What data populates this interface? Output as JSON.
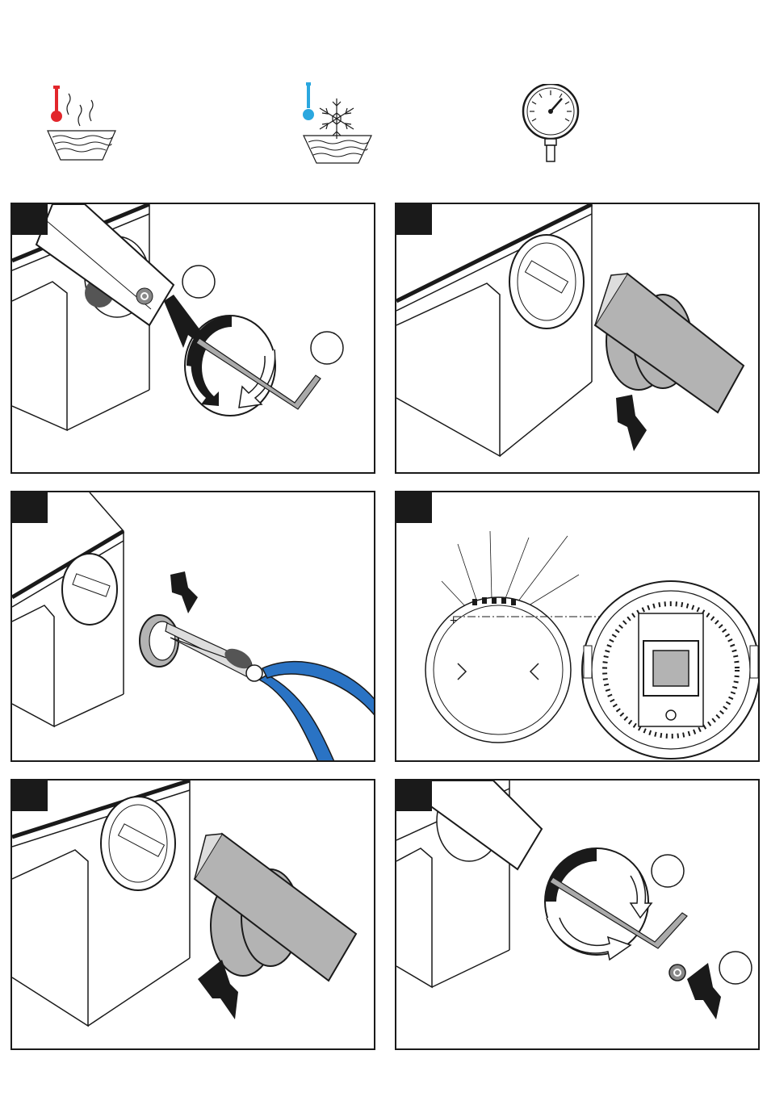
{
  "icons": {
    "hot": "hot-water-icon",
    "cold": "cold-water-icon",
    "pressure": "pressure-gauge-icon"
  },
  "colors": {
    "hot_accent": "#e2262b",
    "cold_accent": "#2aa7df",
    "pliers_handle": "#2a73c4",
    "cap_gray": "#b3b3b3",
    "ink": "#1a1a1a"
  },
  "steps": [
    {
      "panel": "remove-handle-screw"
    },
    {
      "panel": "pull-off-handle"
    },
    {
      "panel": "remove-stop-ring-with-pliers"
    },
    {
      "panel": "adjust-stop-ring-temperature-limit"
    },
    {
      "panel": "push-on-handle"
    },
    {
      "panel": "tighten-handle-screw"
    }
  ]
}
